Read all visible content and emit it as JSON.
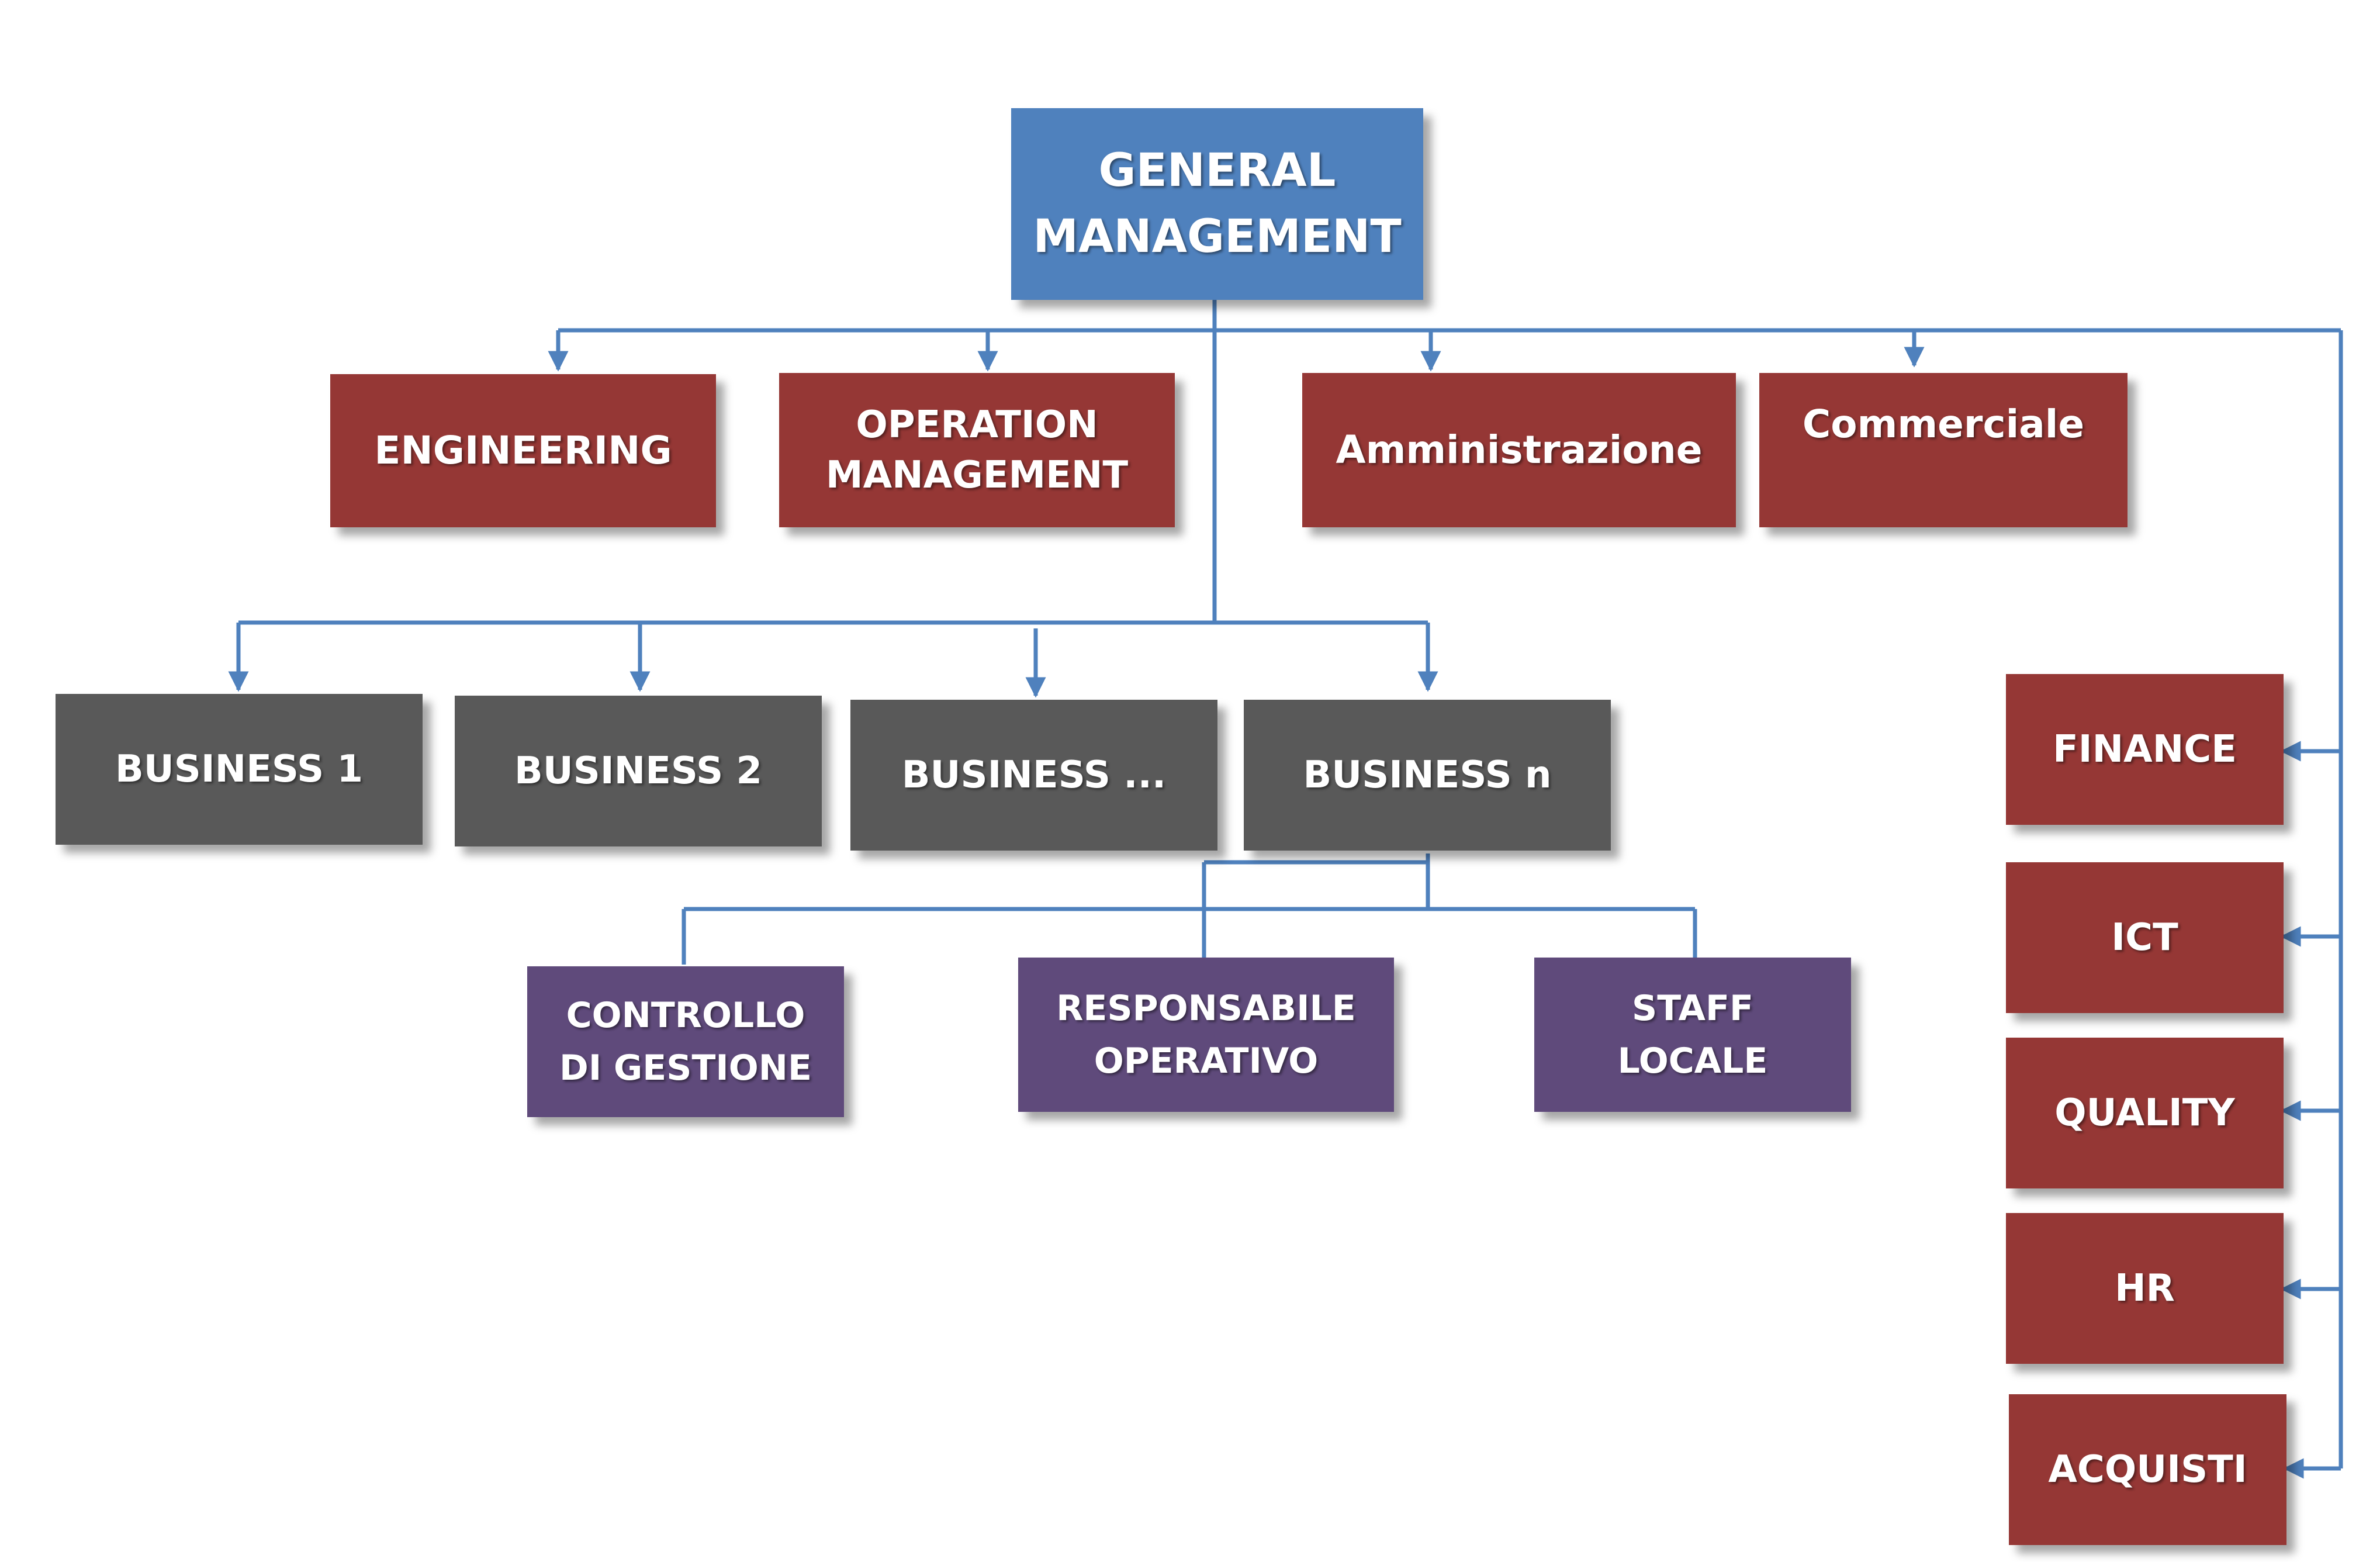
{
  "diagram": {
    "colors": {
      "top": "#4f81bd",
      "department": "#953735",
      "business": "#595959",
      "sub_unit": "#5f4a7b",
      "connector": "#4f81bd"
    },
    "top": {
      "label": "GENERAL\nMANAGEMENT"
    },
    "departments": [
      {
        "label": "ENGINEERING"
      },
      {
        "label": "OPERATION\nMANAGEMENT"
      },
      {
        "label": "Amministrazione"
      },
      {
        "label": "Commerciale"
      }
    ],
    "businesses": [
      {
        "label": "BUSINESS 1"
      },
      {
        "label": "BUSINESS 2"
      },
      {
        "label": "BUSINESS ..."
      },
      {
        "label": "BUSINESS n"
      }
    ],
    "business_n_units": [
      {
        "label": "CONTROLLO\nDI GESTIONE"
      },
      {
        "label": "RESPONSABILE\nOPERATIVO"
      },
      {
        "label": "STAFF\nLOCALE"
      }
    ],
    "staff_functions": [
      {
        "label": "FINANCE"
      },
      {
        "label": "ICT"
      },
      {
        "label": "QUALITY"
      },
      {
        "label": "HR"
      },
      {
        "label": "ACQUISTI"
      }
    ]
  }
}
